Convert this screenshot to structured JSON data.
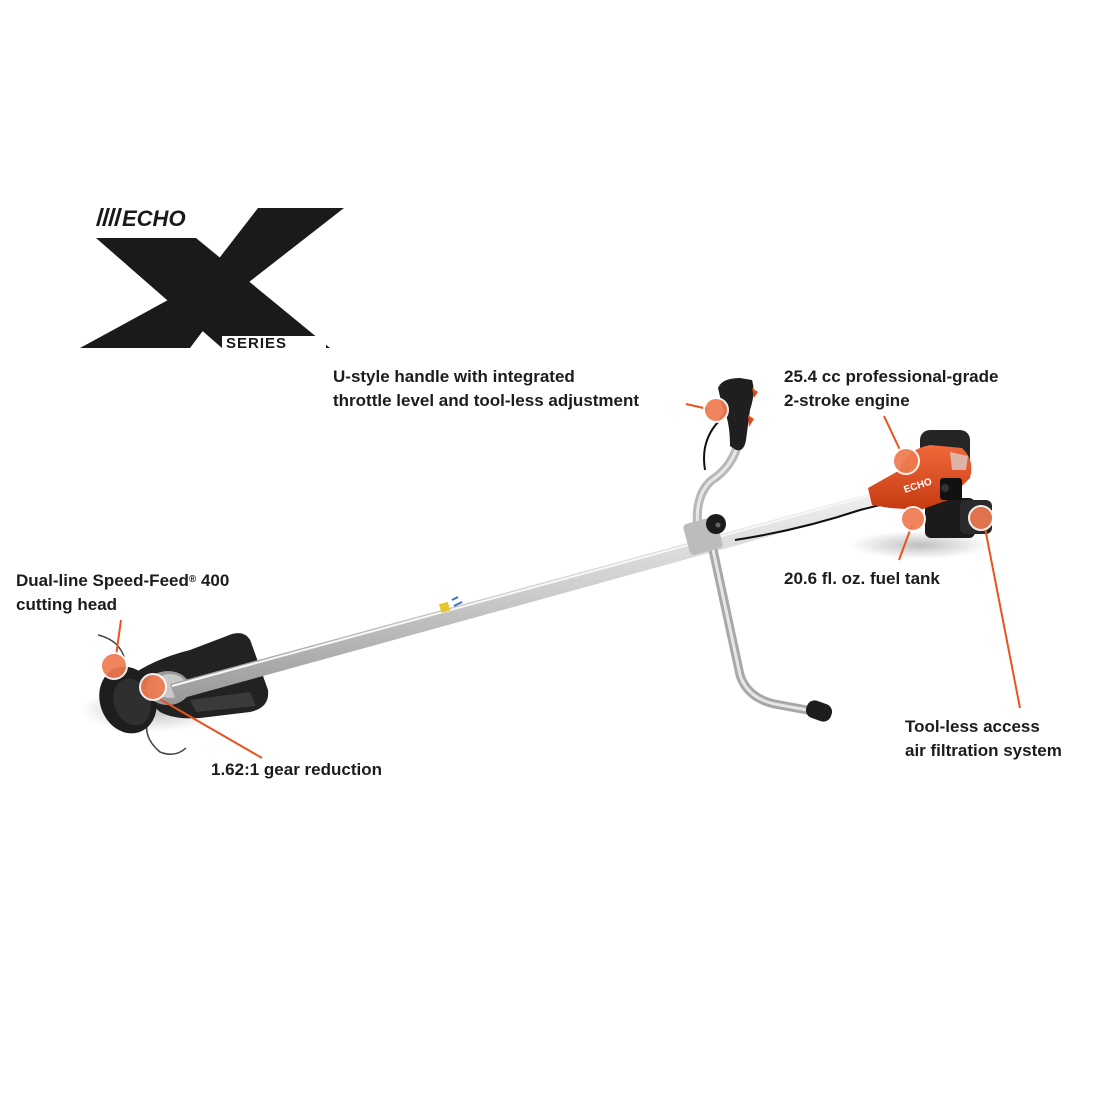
{
  "brand": {
    "logo_text": "ECHO",
    "series_letter": "X",
    "series_text": "SERIES",
    "engine_badge": "ECHO"
  },
  "colors": {
    "background": "#ffffff",
    "callout_line": "#e8531f",
    "callout_dot": "#ef7a4f",
    "engine_orange": "#e24a1c",
    "logo_black": "#1a1a1a",
    "shaft_gray": "#c4c4c4",
    "text": "#1c1c1c"
  },
  "callouts": [
    {
      "id": "handle",
      "lines": [
        "U-style handle with integrated",
        "throttle level and tool-less adjustment"
      ]
    },
    {
      "id": "engine",
      "lines": [
        "25.4 cc professional-grade",
        "2-stroke engine"
      ]
    },
    {
      "id": "cutting-head",
      "line1_prefix": "Dual-line Speed-Feed",
      "line1_mark": "®",
      "line1_suffix": " 400",
      "line2": "cutting head"
    },
    {
      "id": "fuel-tank",
      "lines": [
        "20.6 fl. oz. fuel tank"
      ]
    },
    {
      "id": "air-filter",
      "lines": [
        "Tool-less access",
        "air filtration system"
      ]
    },
    {
      "id": "gear",
      "lines": [
        "1.62:1 gear reduction"
      ]
    }
  ]
}
